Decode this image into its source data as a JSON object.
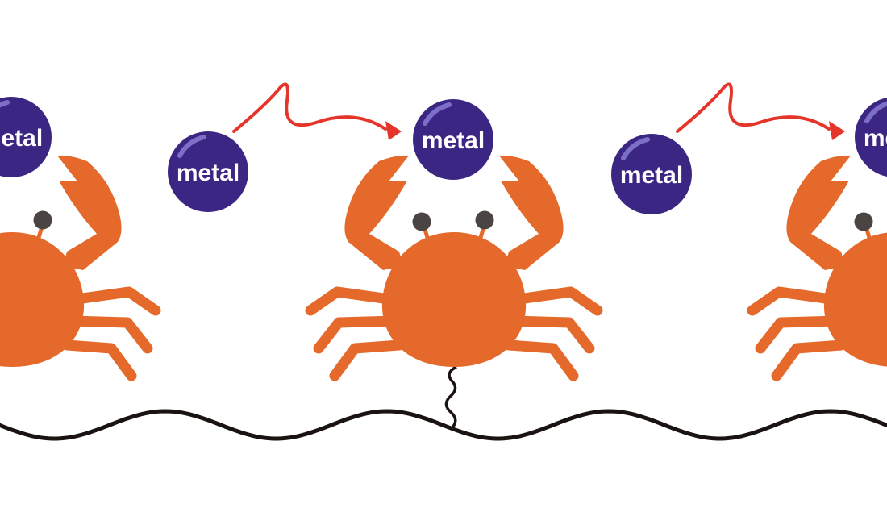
{
  "balls": [
    {
      "label": "metal"
    },
    {
      "label": "metal"
    },
    {
      "label": "metal"
    },
    {
      "label": "metal"
    },
    {
      "label": "metal"
    }
  ],
  "colors": {
    "crab": "#e4692a",
    "eye": "#4a4543",
    "metal": "#3b2783",
    "metal_highlight": "#7b6fc8",
    "arrow": "#e5352a",
    "line": "#1a1311"
  }
}
